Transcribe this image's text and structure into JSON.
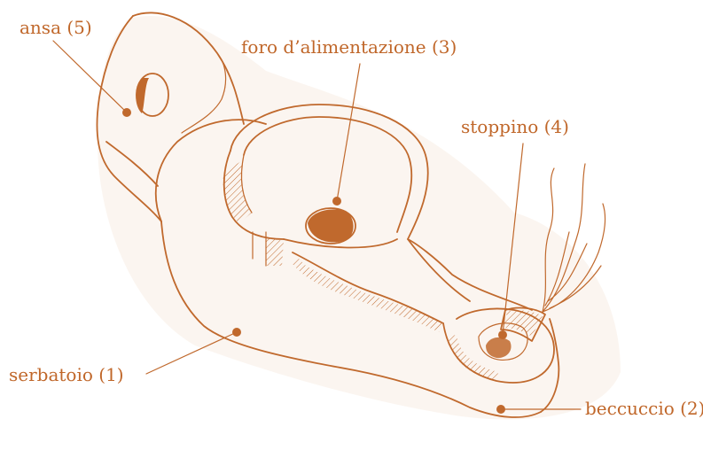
{
  "title": "",
  "colors": {
    "ink": "#c0692d",
    "label": "#c0672a",
    "wash": "#f7ece4"
  },
  "labels": {
    "handle": "ansa (5)",
    "feed_hole": "foro d’alimentazione (3)",
    "wick": "stoppino (4)",
    "reservoir": "serbatoio (1)",
    "spout": "beccuccio (2)"
  }
}
